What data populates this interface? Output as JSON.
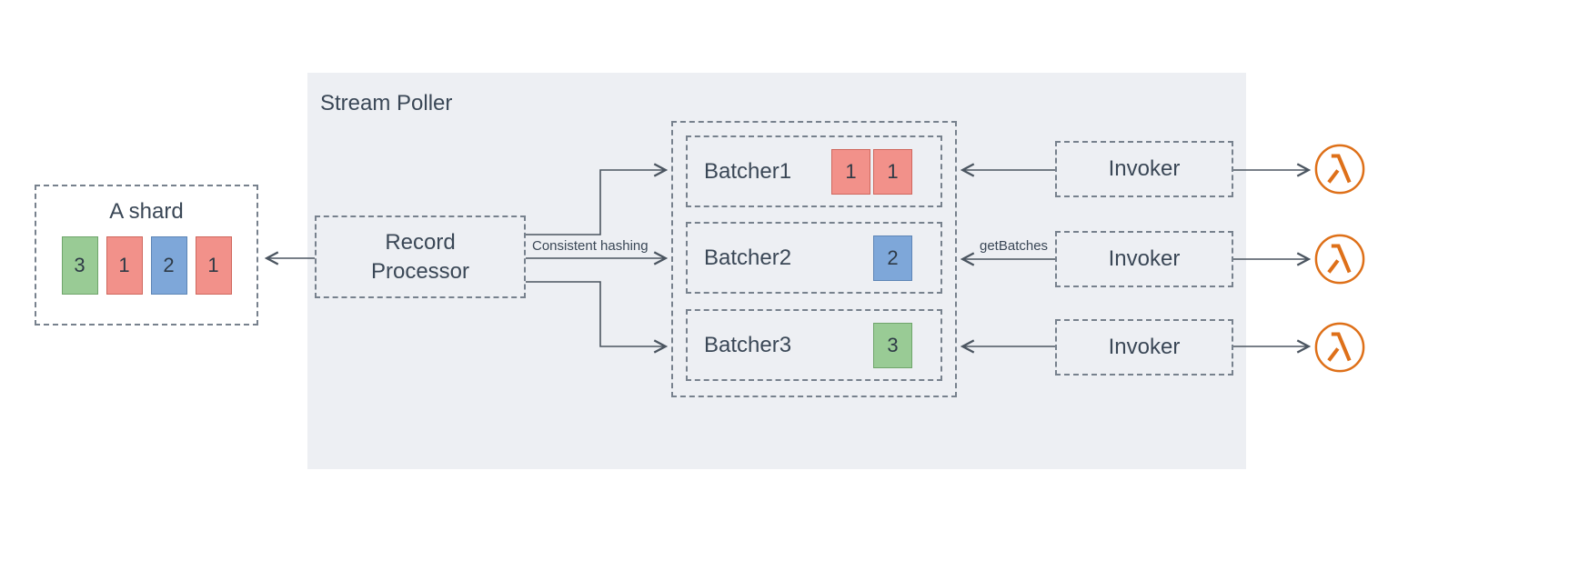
{
  "shard": {
    "title": "A shard",
    "records": [
      {
        "value": "3",
        "color": "green"
      },
      {
        "value": "1",
        "color": "red"
      },
      {
        "value": "2",
        "color": "blue"
      },
      {
        "value": "1",
        "color": "red"
      }
    ]
  },
  "stream_poller": {
    "title": "Stream Poller",
    "record_processor": "Record Processor",
    "batchers": [
      {
        "name": "Batcher1",
        "records": [
          {
            "value": "1",
            "color": "red"
          },
          {
            "value": "1",
            "color": "red"
          }
        ]
      },
      {
        "name": "Batcher2",
        "records": [
          {
            "value": "2",
            "color": "blue"
          }
        ]
      },
      {
        "name": "Batcher3",
        "records": [
          {
            "value": "3",
            "color": "green"
          }
        ]
      }
    ],
    "invokers": [
      "Invoker",
      "Invoker",
      "Invoker"
    ]
  },
  "arrows": {
    "consistent_hashing_label": "Consistent hashing",
    "get_batches_label": "getBatches"
  },
  "icons": {
    "lambda": "aws-lambda-icon",
    "lambda_count": 3
  },
  "colors": {
    "panel_bg": "#edeff3",
    "text": "#3a4756",
    "dashed_border": "#77818d",
    "arrow": "#4b5560",
    "red_fill": "#f2918a",
    "red_border": "#cf675d",
    "blue_fill": "#7ea7d9",
    "blue_border": "#5d85b6",
    "green_fill": "#99cb95",
    "green_border": "#6fa56b",
    "lambda_orange": "#de7019"
  }
}
